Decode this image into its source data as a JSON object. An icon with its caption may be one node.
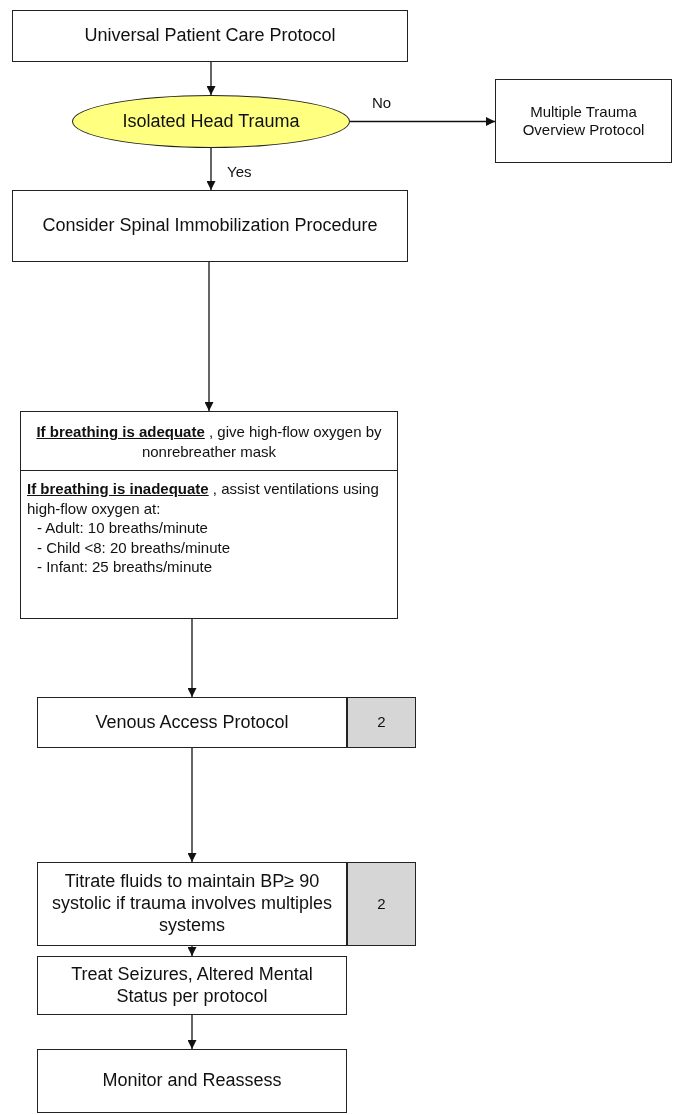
{
  "diagram": {
    "nodes": [
      {
        "text": [
          "Universal Patient Care Protocol"
        ]
      },
      {
        "text": [
          "Isolated Head Trauma"
        ]
      },
      {
        "text": [
          "Multiple Trauma Overview Protocol"
        ]
      },
      {
        "text": [
          "Consider Spinal Immobilization Procedure"
        ]
      },
      {
        "text": [
          "**If breathing is adequate** , give high-flow oxygen by nonrebreather mask",
          "**If breathing is inadequate** , assist ventilations using high-flow oxygen at:",
          "- Adult: 10 breaths/minute",
          "- Child <8: 20 breaths/minute",
          "- Infant: 25 breaths/minute"
        ]
      },
      {
        "text": [
          "Venous Access Protocol"
        ]
      },
      {
        "text": [
          "2"
        ]
      },
      {
        "text": [
          "Titrate fluids to maintain BP≥ 90 systolic if trauma involves multiples systems"
        ]
      },
      {
        "text": [
          "2"
        ]
      },
      {
        "text": [
          "Treat Seizures, Altered Mental Status per protocol"
        ]
      },
      {
        "text": [
          "Monitor and Reassess"
        ]
      }
    ],
    "edges": [
      {
        "from": 0,
        "to": 1,
        "arrow": "to"
      },
      {
        "from": 1,
        "to": 2,
        "arrow": "to",
        "label": "No"
      },
      {
        "from": 1,
        "to": 3,
        "arrow": "to",
        "label": "Yes"
      },
      {
        "from": 3,
        "to": 4,
        "arrow": "to"
      },
      {
        "from": 4,
        "to": 5,
        "arrow": "to"
      },
      {
        "from": 5,
        "to": 7,
        "arrow": "to"
      },
      {
        "from": 7,
        "to": 9,
        "arrow": "to"
      },
      {
        "from": 9,
        "to": 10,
        "arrow": "to"
      }
    ]
  }
}
